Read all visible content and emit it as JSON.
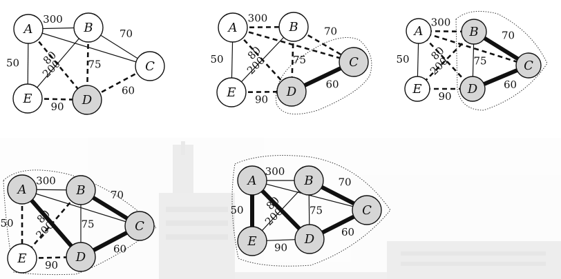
{
  "graph": {
    "nodes": [
      "A",
      "B",
      "C",
      "D",
      "E"
    ],
    "edges": [
      {
        "id": "AB",
        "from": "A",
        "to": "B",
        "weight": "300"
      },
      {
        "id": "AE",
        "from": "A",
        "to": "E",
        "weight": "50"
      },
      {
        "id": "AD",
        "from": "A",
        "to": "D",
        "weight": "80"
      },
      {
        "id": "BE",
        "from": "B",
        "to": "E",
        "weight": "200"
      },
      {
        "id": "BD",
        "from": "B",
        "to": "D",
        "weight": "75"
      },
      {
        "id": "BC",
        "from": "B",
        "to": "C",
        "weight": "70"
      },
      {
        "id": "AC",
        "from": "A",
        "to": "C",
        "weight": ""
      },
      {
        "id": "ED",
        "from": "E",
        "to": "D",
        "weight": "90"
      },
      {
        "id": "DC",
        "from": "D",
        "to": "C",
        "weight": "60"
      }
    ]
  },
  "steps": [
    {
      "shaded": [
        "D"
      ],
      "styles": {
        "AB": "solid",
        "AE": "solid",
        "AD": "dashed",
        "BE": "solid",
        "BD": "dashed",
        "BC": "solid",
        "AC": "solid",
        "ED": "dashed",
        "DC": "dashed"
      }
    },
    {
      "shaded": [
        "D",
        "C"
      ],
      "styles": {
        "AB": "dashed",
        "AE": "solid",
        "AD": "dashed",
        "BE": "solid",
        "BD": "dashed",
        "BC": "dashed",
        "AC": "dashed",
        "ED": "dashed",
        "DC": "bold"
      }
    },
    {
      "shaded": [
        "D",
        "C",
        "B"
      ],
      "styles": {
        "AB": "dashed",
        "AE": "solid",
        "AD": "dashed",
        "BE": "dashed",
        "BD": "solid",
        "BC": "bold",
        "AC": "dashed",
        "ED": "dashed",
        "DC": "bold"
      }
    },
    {
      "shaded": [
        "D",
        "C",
        "B",
        "A"
      ],
      "styles": {
        "AB": "solid",
        "AE": "dashed",
        "AD": "bold",
        "BE": "dashed",
        "BD": "solid",
        "BC": "bold",
        "AC": "solid",
        "ED": "dashed",
        "DC": "bold"
      }
    },
    {
      "shaded": [
        "D",
        "C",
        "B",
        "A",
        "E"
      ],
      "styles": {
        "AB": "solid",
        "AE": "bold",
        "AD": "bold",
        "BE": "solid",
        "BD": "solid",
        "BC": "bold",
        "AC": "solid",
        "ED": "solid",
        "DC": "bold"
      }
    }
  ]
}
